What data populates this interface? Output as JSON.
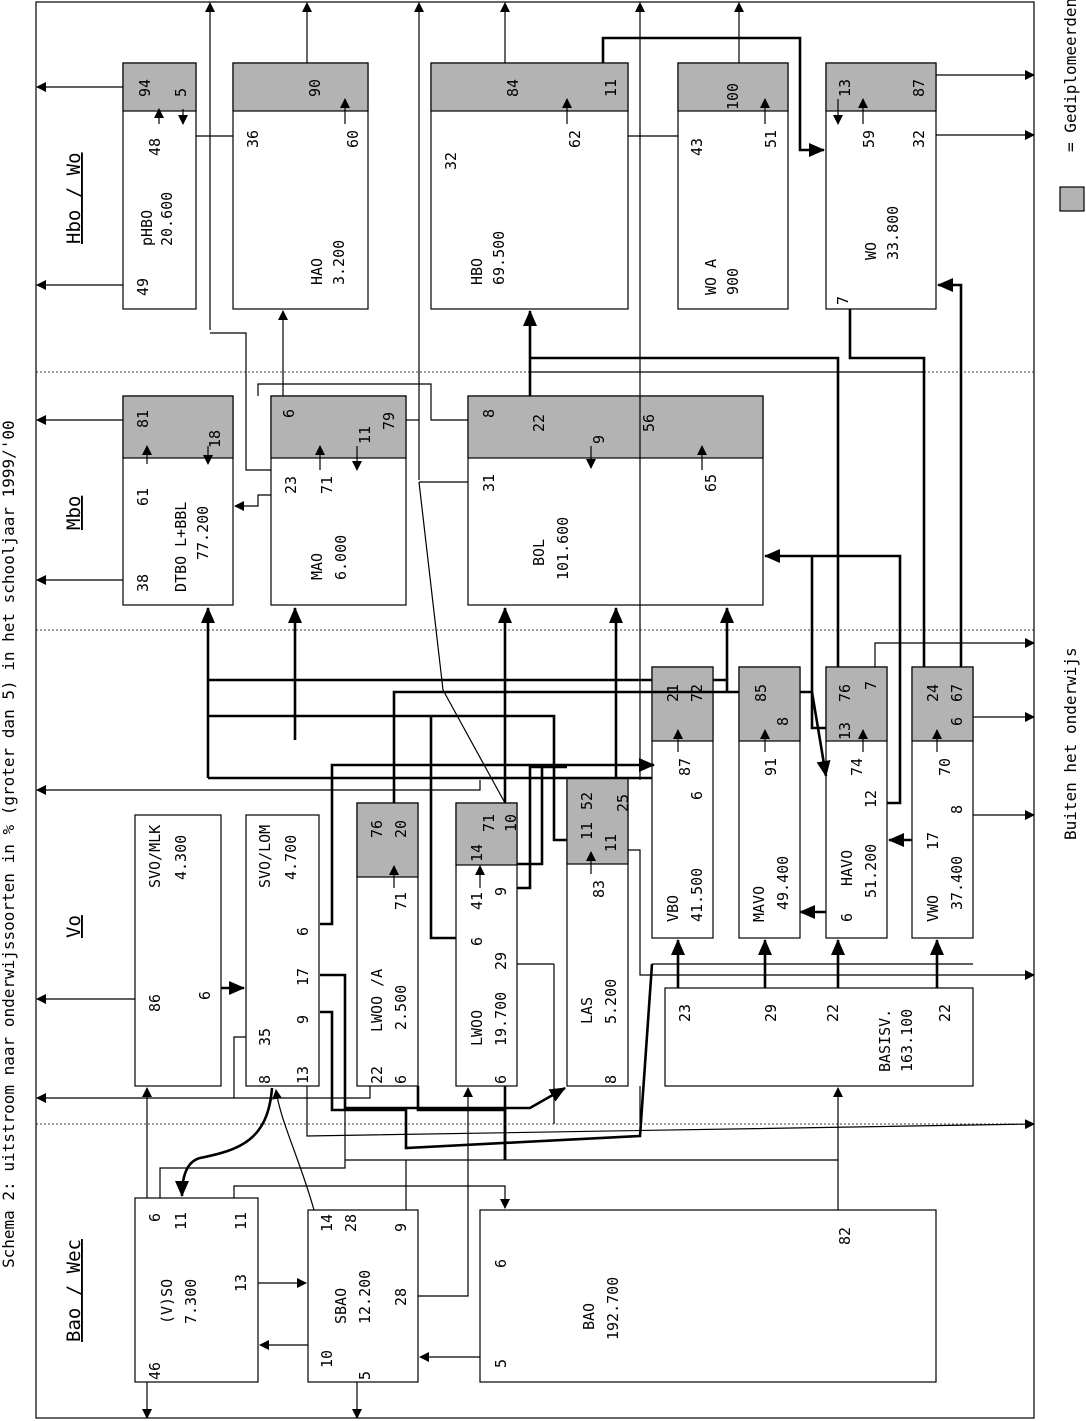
{
  "caption": "Schema 2: uitstroom naar onderwijssoorten in % (groter dan 5) in het schooljaar 1999/'00",
  "legend": {
    "label": "= Gediplomeerden",
    "swatch_color": "#b3b3b3"
  },
  "outside_label": "Buiten het onderwijs",
  "sections": {
    "bao": "Bao / Wec",
    "vo": "Vo",
    "mbo": "Mbo",
    "hbo": "Hbo / Wo"
  },
  "boxes": {
    "vso": {
      "name": "(V)SO",
      "count": "7.300"
    },
    "sbao": {
      "name": "SBAO",
      "count": "12.200"
    },
    "bao": {
      "name": "BAO",
      "count": "192.700"
    },
    "svomlk": {
      "name": "SVO/MLK",
      "count": "4.300"
    },
    "svolom": {
      "name": "SVO/LOM",
      "count": "4.700"
    },
    "lwooa": {
      "name": "LWOO /A",
      "count": "2.500"
    },
    "lwoo": {
      "name": "LWOO",
      "count": "19.700"
    },
    "las": {
      "name": "LAS",
      "count": "5.200"
    },
    "vbo": {
      "name": "VBO",
      "count": "41.500"
    },
    "mavo": {
      "name": "MAVO",
      "count": "49.400"
    },
    "havo": {
      "name": "HAVO",
      "count": "51.200"
    },
    "vwo": {
      "name": "VWO",
      "count": "37.400"
    },
    "basisv": {
      "name": "BASISV.",
      "count": "163.100"
    },
    "dtbo": {
      "name": "DTBO L+BBL",
      "count": "77.200"
    },
    "mao": {
      "name": "MAO",
      "count": "6.000"
    },
    "bol": {
      "name": "BOL",
      "count": "101.600"
    },
    "phbo": {
      "name": "pHBO",
      "count": "20.600"
    },
    "hao": {
      "name": "HAO",
      "count": "3.200"
    },
    "hbo": {
      "name": "HBO",
      "count": "69.500"
    },
    "woa": {
      "name": "WO A",
      "count": "900"
    },
    "wo": {
      "name": "WO",
      "count": "33.800"
    }
  },
  "percentages": {
    "vso": [
      "46",
      "6",
      "11",
      "13",
      "11"
    ],
    "sbao": [
      "10",
      "5",
      "14",
      "28",
      "28",
      "9"
    ],
    "bao": [
      "6",
      "5",
      "82"
    ],
    "svomlk": [
      "86",
      "6"
    ],
    "svolom": [
      "35",
      "8",
      "6",
      "17",
      "9",
      "13"
    ],
    "lwooa": [
      "76",
      "20",
      "71",
      "22",
      "6"
    ],
    "lwoo": [
      "14",
      "71",
      "10",
      "41",
      "9",
      "6",
      "29",
      "6"
    ],
    "las": [
      "52",
      "25",
      "11",
      "11",
      "83",
      "8"
    ],
    "vbo": [
      "21",
      "72",
      "87",
      "6"
    ],
    "mavo": [
      "85",
      "8",
      "91"
    ],
    "havo": [
      "76",
      "7",
      "13",
      "74",
      "12",
      "6"
    ],
    "vwo": [
      "24",
      "67",
      "6",
      "70",
      "17",
      "8"
    ],
    "basisv": [
      "23",
      "29",
      "22",
      "22"
    ],
    "dtbo": [
      "81",
      "18",
      "61",
      "38"
    ],
    "mao": [
      "6",
      "79",
      "11",
      "23",
      "71"
    ],
    "bol": [
      "8",
      "22",
      "56",
      "9",
      "31",
      "65"
    ],
    "phbo": [
      "94",
      "5",
      "48",
      "49"
    ],
    "hao": [
      "90",
      "36",
      "60"
    ],
    "hbo": [
      "84",
      "11",
      "62",
      "32"
    ],
    "woa": [
      "100",
      "43",
      "51"
    ],
    "wo": [
      "13",
      "87",
      "59",
      "32",
      "7"
    ]
  }
}
